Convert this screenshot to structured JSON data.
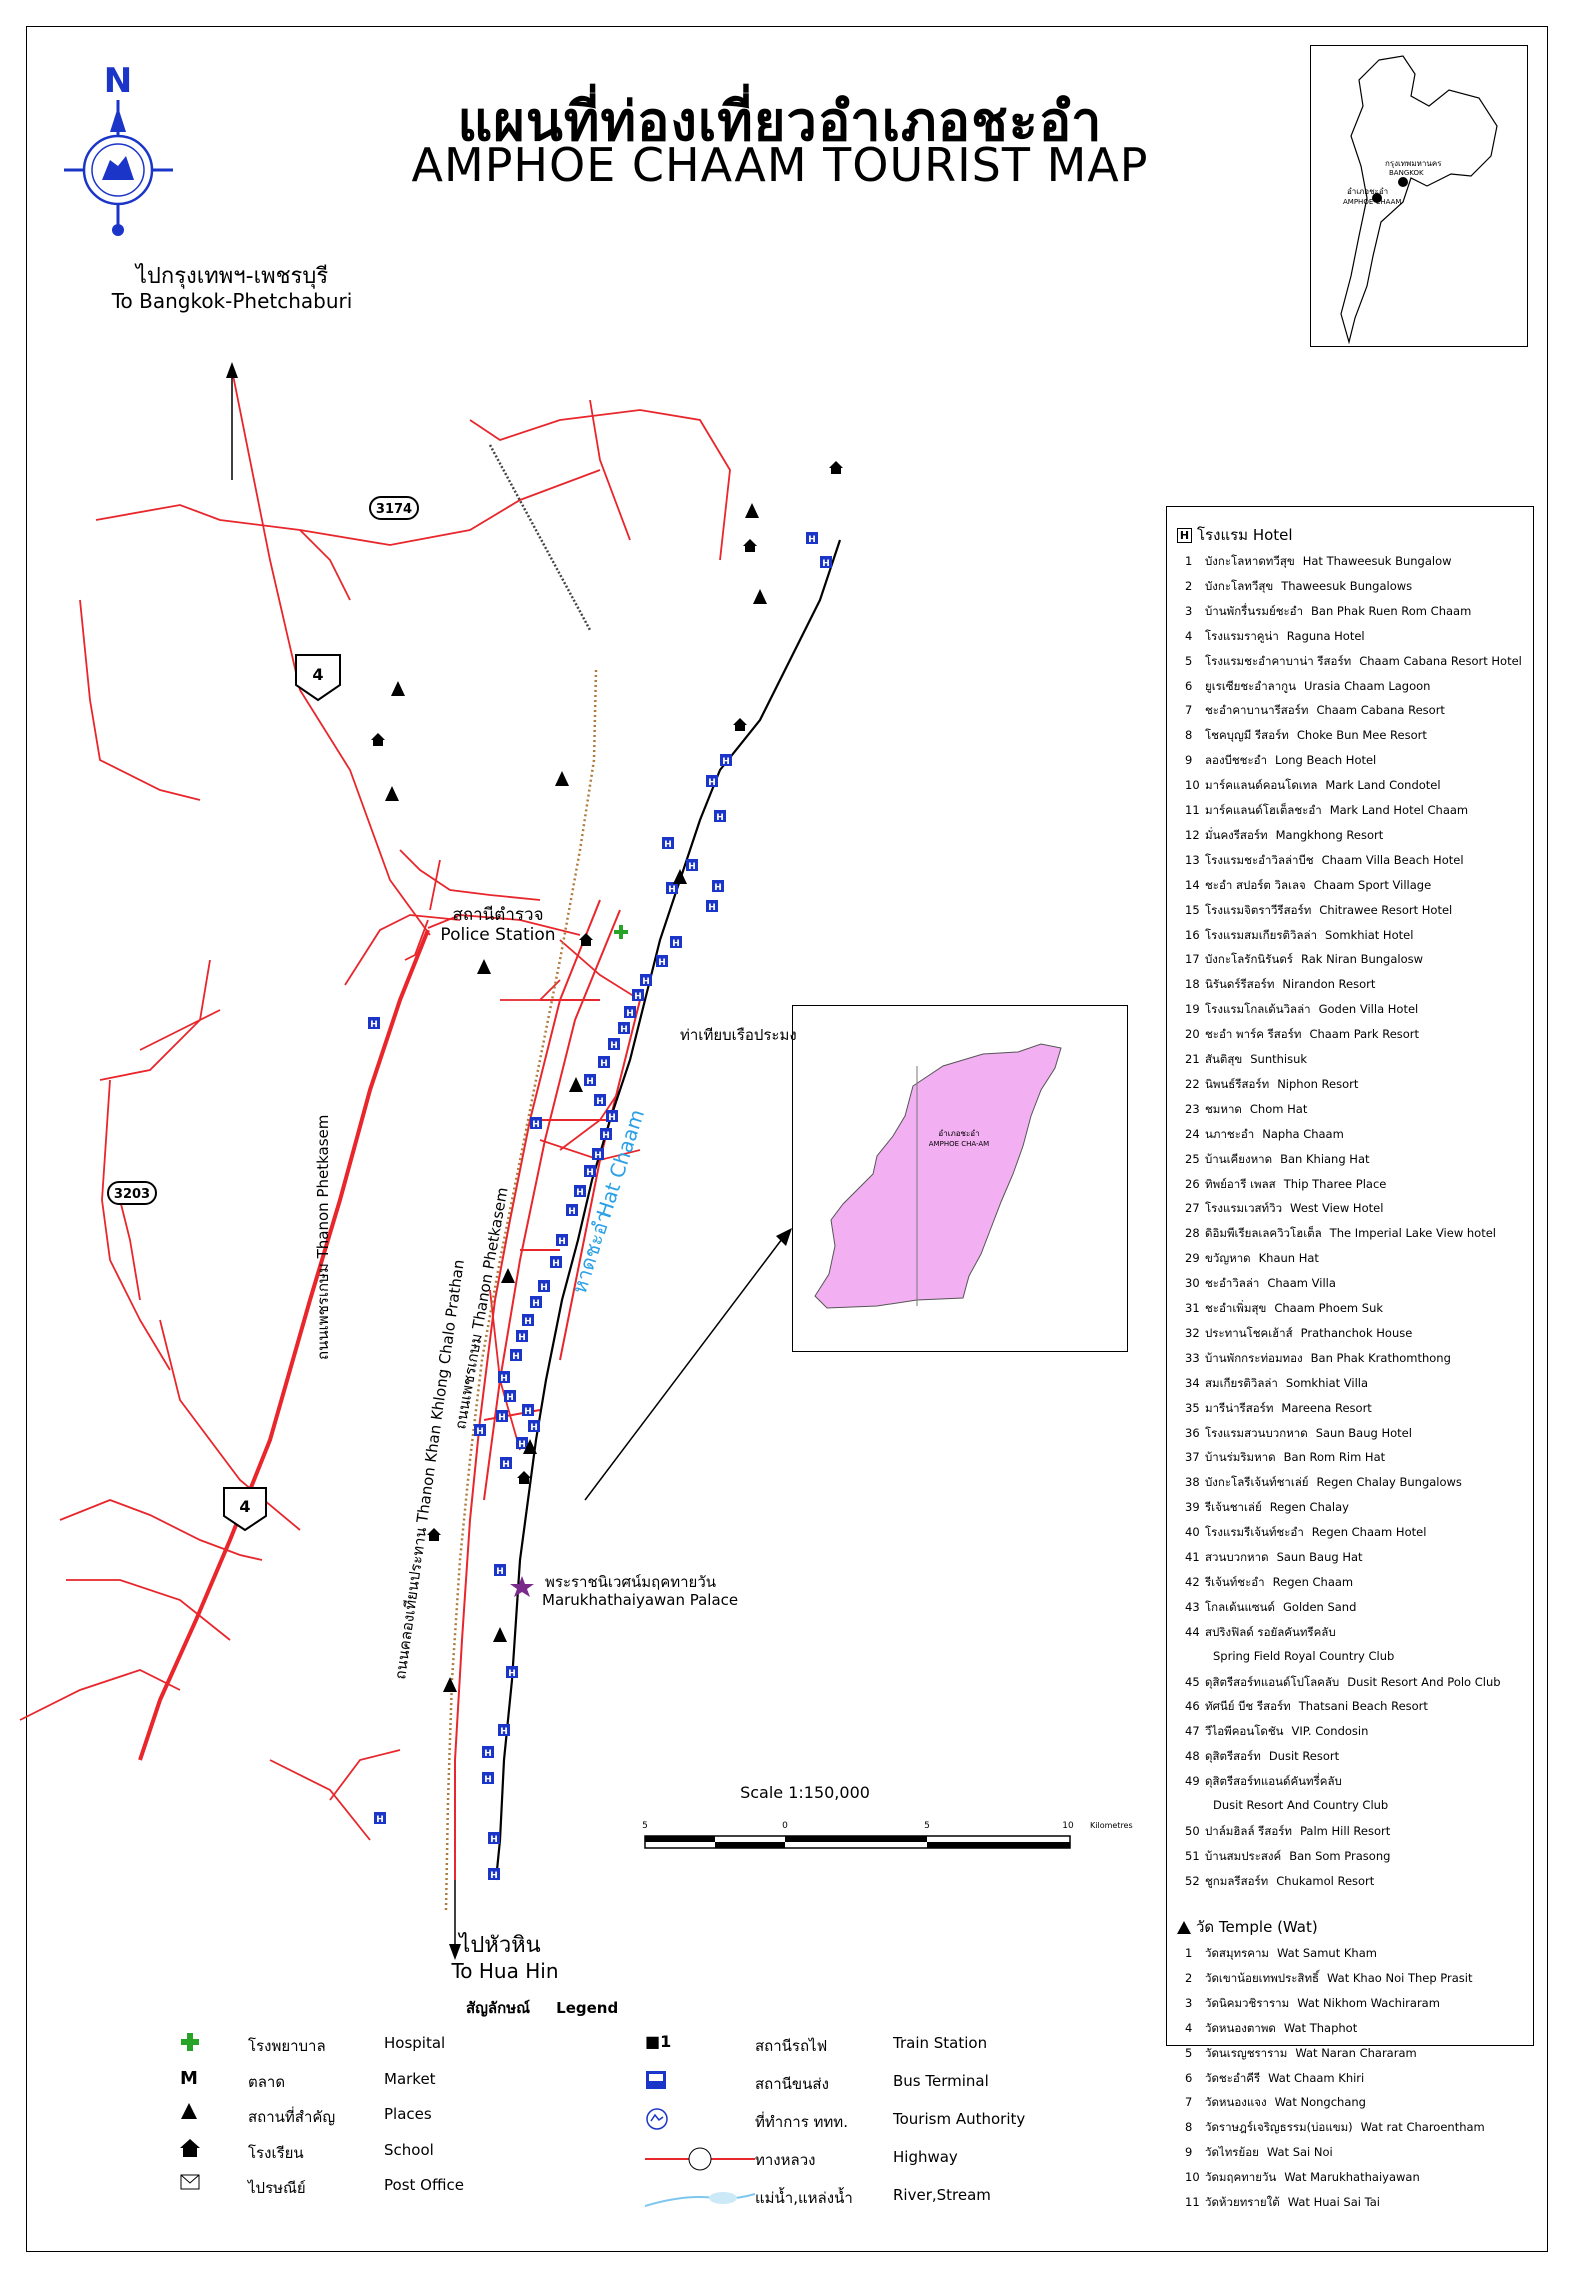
{
  "title_th": "แผนที่ท่องเที่ยวอำเภอชะอำ",
  "title_en": "AMPHOE CHAAM TOURIST MAP",
  "compass": "N",
  "inset_thailand": {
    "bangkok_th": "กรุงเทพมหานคร",
    "bangkok_en": "BANGKOK",
    "chaam_th": "อำเภอชะอำ",
    "chaam_en": "AMPHOE CHAAM"
  },
  "inset_district": {
    "label_th": "อำเภอชะอำ",
    "label_en": "AMPHOE CHA-AM"
  },
  "map_labels": {
    "to_bkk_th": "ไปกรุงเทพฯ-เพชรบุรี",
    "to_bkk_en": "To Bangkok-Phetchaburi",
    "to_huahin_th": "ไปหัวหิน",
    "to_huahin_en": "To Hua Hin",
    "police_th": "สถานีตำรวจ",
    "police_en": "Police Station",
    "pier_th": "ท่าเทียบเรือประมง",
    "beach_th": "หาดชะอำ",
    "beach_en": "Hat Chaam",
    "palace_th": "พระราชนิเวศน์มฤคทายวัน",
    "palace_en": "Marukhathaiyawan Palace",
    "road_phetkasem_1": "ถนนเพชรเกษม Thanon Phetkasem",
    "road_phetkasem_2": "ถนนเพชรเกษม Thanon Phetkasem",
    "road_khlong": "ถนนคลองเทียนประทาน Thanon Khan Khlong Chalo Prathan",
    "rt_3174": "3174",
    "rt_3203": "3203",
    "rt_4a": "4",
    "rt_4b": "4",
    "scale": "Scale 1:150,000",
    "scale_ticks": [
      "5",
      "0",
      "5",
      "10"
    ],
    "scale_unit": "Kilometres"
  },
  "hotels_header": "โรงแรม Hotel",
  "hotels": [
    {
      "n": "1",
      "th": "บังกะโลหาดทวีสุข",
      "en": "Hat Thaweesuk Bungalow"
    },
    {
      "n": "2",
      "th": "บังกะโลทวีสุข",
      "en": "Thaweesuk Bungalows"
    },
    {
      "n": "3",
      "th": "บ้านพักรื่นรมย์ชะอำ",
      "en": "Ban Phak Ruen Rom Chaam"
    },
    {
      "n": "4",
      "th": "โรงแรมราคูน่า",
      "en": "Raguna Hotel"
    },
    {
      "n": "5",
      "th": "โรงแรมชะอำคาบาน่า รีสอร์ท",
      "en": "Chaam Cabana Resort Hotel"
    },
    {
      "n": "6",
      "th": "ยูเรเซียชะอำลากูน",
      "en": "Urasia Chaam Lagoon"
    },
    {
      "n": "7",
      "th": "ชะอำคาบานารีสอร์ท",
      "en": "Chaam Cabana Resort"
    },
    {
      "n": "8",
      "th": "โชคบุญมี รีสอร์ท",
      "en": "Choke Bun Mee Resort"
    },
    {
      "n": "9",
      "th": "ลองบีชชะอำ",
      "en": "Long Beach Hotel"
    },
    {
      "n": "10",
      "th": "มาร์คแลนด์คอนโดเทล",
      "en": "Mark Land Condotel"
    },
    {
      "n": "11",
      "th": "มาร์คแลนด์โฮเต็ลชะอำ",
      "en": "Mark Land Hotel Chaam"
    },
    {
      "n": "12",
      "th": "มั่นคงรีสอร์ท",
      "en": "Mangkhong Resort"
    },
    {
      "n": "13",
      "th": "โรงแรมชะอำวิลล่าบีช",
      "en": "Chaam Villa Beach Hotel"
    },
    {
      "n": "14",
      "th": "ชะอำ สปอร์ต วิลเลจ",
      "en": "Chaam Sport Village"
    },
    {
      "n": "15",
      "th": "โรงแรมจิตราวีรีสอร์ท",
      "en": "Chitrawee Resort Hotel"
    },
    {
      "n": "16",
      "th": "โรงแรมสมเกียรติวิลล่า",
      "en": "Somkhiat Hotel"
    },
    {
      "n": "17",
      "th": "บังกะโลรักนิรันดร์",
      "en": "Rak Niran Bungalosw"
    },
    {
      "n": "18",
      "th": "นิรันดร์รีสอร์ท",
      "en": "Nirandon Resort"
    },
    {
      "n": "19",
      "th": "โรงแรมโกลเด้นวิลล่า",
      "en": "Goden Villa Hotel"
    },
    {
      "n": "20",
      "th": "ชะอำ พาร์ค รีสอร์ท",
      "en": "Chaam Park Resort"
    },
    {
      "n": "21",
      "th": "สันติสุข",
      "en": "Sunthisuk"
    },
    {
      "n": "22",
      "th": "นิพนธ์รีสอร์ท",
      "en": "Niphon Resort"
    },
    {
      "n": "23",
      "th": "ชมหาด",
      "en": "Chom Hat"
    },
    {
      "n": "24",
      "th": "นภาชะอำ",
      "en": "Napha Chaam"
    },
    {
      "n": "25",
      "th": "บ้านเคียงหาด",
      "en": "Ban Khiang Hat"
    },
    {
      "n": "26",
      "th": "ทิพย์อารี เพลส",
      "en": "Thip Tharee Place"
    },
    {
      "n": "27",
      "th": "โรงแรมเวสท์วิว",
      "en": "West View Hotel"
    },
    {
      "n": "28",
      "th": "ดิอิมพีเรียลเลควิวโฮเต็ล",
      "en": "The Imperial Lake View hotel"
    },
    {
      "n": "29",
      "th": "ขวัญหาด",
      "en": "Khaun Hat"
    },
    {
      "n": "30",
      "th": "ชะอำวิลล่า",
      "en": "Chaam Villa"
    },
    {
      "n": "31",
      "th": "ชะอำเพิ่มสุข",
      "en": "Chaam Phoem Suk"
    },
    {
      "n": "32",
      "th": "ประทานโชคเฮ้าส์",
      "en": "Prathanchok House"
    },
    {
      "n": "33",
      "th": "บ้านพักกระท่อมทอง",
      "en": "Ban Phak Krathomthong"
    },
    {
      "n": "34",
      "th": "สมเกียรติวิลล่า",
      "en": "Somkhiat Villa"
    },
    {
      "n": "35",
      "th": "มารีน่ารีสอร์ท",
      "en": "Mareena Resort"
    },
    {
      "n": "36",
      "th": "โรงแรมสวนบวกหาด",
      "en": "Saun Baug Hotel"
    },
    {
      "n": "37",
      "th": "บ้านร่มริมหาด",
      "en": "Ban Rom Rim Hat"
    },
    {
      "n": "38",
      "th": "บังกะโลรีเจ้นท์ชาเล่ย์",
      "en": "Regen Chalay Bungalows"
    },
    {
      "n": "39",
      "th": "รีเจ้นชาเล่ย์",
      "en": "Regen Chalay"
    },
    {
      "n": "40",
      "th": "โรงแรมรีเจ้นท์ชะอำ",
      "en": "Regen Chaam Hotel"
    },
    {
      "n": "41",
      "th": "สวนบวกหาด",
      "en": "Saun Baug Hat"
    },
    {
      "n": "42",
      "th": "รีเจ้นท์ชะอำ",
      "en": "Regen Chaam"
    },
    {
      "n": "43",
      "th": "โกลเด้นแซนด์",
      "en": "Golden Sand"
    },
    {
      "n": "44",
      "th": "สปริงฟิลด์ รอยัลคันทรีคลับ",
      "en": ""
    },
    {
      "n": "",
      "th": "",
      "en": "Spring Field Royal Country Club"
    },
    {
      "n": "45",
      "th": "ดุสิตรีสอร์ทแอนด์โปโลคลับ",
      "en": "Dusit Resort And Polo Club"
    },
    {
      "n": "46",
      "th": "ทัศนีย์ บีช รีสอร์ท",
      "en": "Thatsani Beach Resort"
    },
    {
      "n": "47",
      "th": "วีไอพีคอนโดชัน",
      "en": "VIP. Condosin"
    },
    {
      "n": "48",
      "th": "ดุสิตรีสอร์ท",
      "en": "Dusit Resort"
    },
    {
      "n": "49",
      "th": "ดุสิตรีสอร์ทแอนด์คันทรี่คลับ",
      "en": ""
    },
    {
      "n": "",
      "th": "",
      "en": "Dusit Resort And Country Club"
    },
    {
      "n": "50",
      "th": "ปาล์มฮิลล์ รีสอร์ท",
      "en": "Palm Hill Resort"
    },
    {
      "n": "51",
      "th": "บ้านสมประสงค์",
      "en": "Ban Som Prasong"
    },
    {
      "n": "52",
      "th": "ชูกมลรีสอร์ท",
      "en": "Chukamol Resort"
    }
  ],
  "temples_header": "วัด Temple (Wat)",
  "temples": [
    {
      "n": "1",
      "th": "วัดสมุทรคาม",
      "en": "Wat Samut Kham"
    },
    {
      "n": "2",
      "th": "วัดเขาน้อยเทพประสิทธิ์",
      "en": "Wat Khao Noi Thep Prasit"
    },
    {
      "n": "3",
      "th": "วัดนิคมวชิราราม",
      "en": "Wat Nikhom Wachiraram"
    },
    {
      "n": "4",
      "th": "วัดหนองตาพด",
      "en": "Wat Thaphot"
    },
    {
      "n": "5",
      "th": "วัดนเรญชราราม",
      "en": "Wat Naran Chararam"
    },
    {
      "n": "6",
      "th": "วัดชะอำคีรี",
      "en": "Wat Chaam Khiri"
    },
    {
      "n": "7",
      "th": "วัดหนองแจง",
      "en": "Wat Nongchang"
    },
    {
      "n": "8",
      "th": "วัดราษฎร์เจริญธรรม(บ่อแขม)",
      "en": "Wat rat Charoentham"
    },
    {
      "n": "9",
      "th": "วัดไทรย้อย",
      "en": "Wat Sai Noi"
    },
    {
      "n": "10",
      "th": "วัดมฤคทายวัน",
      "en": "Wat Marukhathaiyawan"
    },
    {
      "n": "11",
      "th": "วัดห้วยทรายใต้",
      "en": "Wat Huai Sai Tai"
    }
  ],
  "legend_title_th": "สัญลักษณ์",
  "legend_title_en": "Legend",
  "legend_left": [
    {
      "icon": "hospital-icon",
      "th": "โรงพยาบาล",
      "en": "Hospital"
    },
    {
      "icon": "market-icon",
      "th": "ตลาด",
      "en": "Market"
    },
    {
      "icon": "places-icon",
      "th": "สถานที่สำคัญ",
      "en": "Places"
    },
    {
      "icon": "school-icon",
      "th": "โรงเรียน",
      "en": "School"
    },
    {
      "icon": "post-office-icon",
      "th": "ไปรษณีย์",
      "en": "Post Office"
    }
  ],
  "legend_right": [
    {
      "icon": "train-station-icon",
      "th": "สถานีรถไฟ",
      "en": "Train Station"
    },
    {
      "icon": "bus-terminal-icon",
      "th": "สถานีขนส่ง",
      "en": "Bus Terminal"
    },
    {
      "icon": "tourism-authority-icon",
      "th": "ที่ทำการ ททท.",
      "en": "Tourism Authority"
    },
    {
      "icon": "highway-icon",
      "th": "ทางหลวง",
      "en": "Highway"
    },
    {
      "icon": "river-icon",
      "th": "แม่น้ำ,แหล่งน้ำ",
      "en": "River,Stream"
    }
  ],
  "colors": {
    "road": "#e8262b",
    "coast": "#000000",
    "rail": "#b07a3a",
    "beach_text": "#2aa0e6",
    "hotel": "#1a35c8",
    "hospital": "#27a327",
    "district": "#f2b0f2"
  }
}
